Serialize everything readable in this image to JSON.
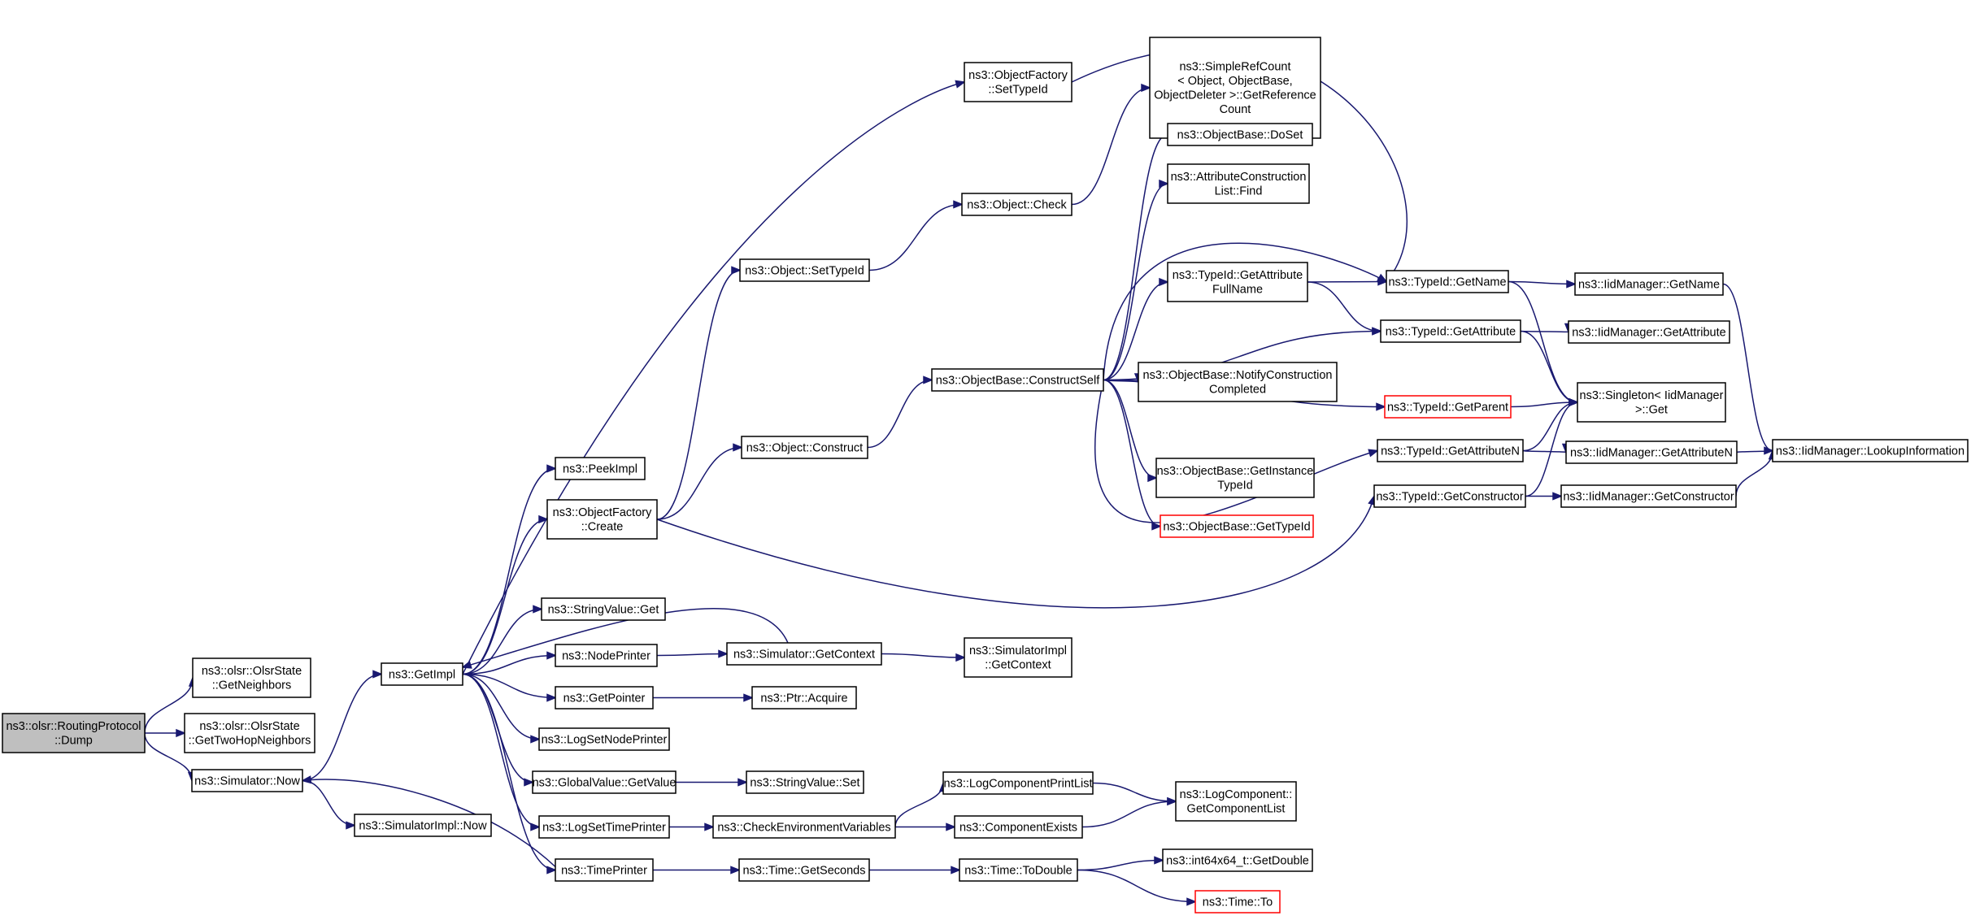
{
  "graph": {
    "edge_color": "#191970",
    "root_fill": "#bfbfbf",
    "highlight_border": "#ff0000",
    "nodes": [
      {
        "id": "dump",
        "lines": [
          "ns3::olsr::RoutingProtocol",
          "::Dump"
        ],
        "style": "root"
      },
      {
        "id": "getneighbors",
        "lines": [
          "ns3::olsr::OlsrState",
          "::GetNeighbors"
        ],
        "style": "normal"
      },
      {
        "id": "gettwohop",
        "lines": [
          "ns3::olsr::OlsrState",
          "::GetTwoHopNeighbors"
        ],
        "style": "normal"
      },
      {
        "id": "simnow",
        "lines": [
          "ns3::Simulator::Now"
        ],
        "style": "normal"
      },
      {
        "id": "simimplnow",
        "lines": [
          "ns3::SimulatorImpl::Now"
        ],
        "style": "normal"
      },
      {
        "id": "getimpl",
        "lines": [
          "ns3::GetImpl"
        ],
        "style": "normal"
      },
      {
        "id": "peekimpl",
        "lines": [
          "ns3::PeekImpl"
        ],
        "style": "normal"
      },
      {
        "id": "ofcreate",
        "lines": [
          "ns3::ObjectFactory",
          "::Create"
        ],
        "style": "normal"
      },
      {
        "id": "strvalget",
        "lines": [
          "ns3::StringValue::Get"
        ],
        "style": "normal"
      },
      {
        "id": "nodeprinter",
        "lines": [
          "ns3::NodePrinter"
        ],
        "style": "normal"
      },
      {
        "id": "getpointer",
        "lines": [
          "ns3::GetPointer"
        ],
        "style": "normal"
      },
      {
        "id": "logsetnodeprinter",
        "lines": [
          "ns3::LogSetNodePrinter"
        ],
        "style": "normal"
      },
      {
        "id": "gvgetvalue",
        "lines": [
          "ns3::GlobalValue::GetValue"
        ],
        "style": "normal"
      },
      {
        "id": "logsettimeprinter",
        "lines": [
          "ns3::LogSetTimePrinter"
        ],
        "style": "normal"
      },
      {
        "id": "timeprinter",
        "lines": [
          "ns3::TimePrinter"
        ],
        "style": "normal"
      },
      {
        "id": "ofsettypeid",
        "lines": [
          "ns3::ObjectFactory",
          "::SetTypeId"
        ],
        "style": "normal"
      },
      {
        "id": "objsettypeid",
        "lines": [
          "ns3::Object::SetTypeId"
        ],
        "style": "normal"
      },
      {
        "id": "objconstruct",
        "lines": [
          "ns3::Object::Construct"
        ],
        "style": "normal"
      },
      {
        "id": "simgetcontext",
        "lines": [
          "ns3::Simulator::GetContext"
        ],
        "style": "normal"
      },
      {
        "id": "ptracquire",
        "lines": [
          "ns3::Ptr::Acquire"
        ],
        "style": "normal"
      },
      {
        "id": "strvalset",
        "lines": [
          "ns3::StringValue::Set"
        ],
        "style": "normal"
      },
      {
        "id": "checkenv",
        "lines": [
          "ns3::CheckEnvironmentVariables"
        ],
        "style": "normal"
      },
      {
        "id": "timegetseconds",
        "lines": [
          "ns3::Time::GetSeconds"
        ],
        "style": "normal"
      },
      {
        "id": "objcheck",
        "lines": [
          "ns3::Object::Check"
        ],
        "style": "normal"
      },
      {
        "id": "obconstructself",
        "lines": [
          "ns3::ObjectBase::ConstructSelf"
        ],
        "style": "normal"
      },
      {
        "id": "simimplgetcontext",
        "lines": [
          "ns3::SimulatorImpl",
          "::GetContext"
        ],
        "style": "normal"
      },
      {
        "id": "logcompprintlist",
        "lines": [
          "ns3::LogComponentPrintList"
        ],
        "style": "normal"
      },
      {
        "id": "compexists",
        "lines": [
          "ns3::ComponentExists"
        ],
        "style": "normal"
      },
      {
        "id": "timetodouble",
        "lines": [
          "ns3::Time::ToDouble"
        ],
        "style": "normal"
      },
      {
        "id": "simplerefcount",
        "lines": [
          "ns3::SimpleRefCount",
          "< Object, ObjectBase,",
          "ObjectDeleter >::GetReference",
          "Count"
        ],
        "style": "normal"
      },
      {
        "id": "obdoset",
        "lines": [
          "ns3::ObjectBase::DoSet"
        ],
        "style": "normal"
      },
      {
        "id": "attrconstlistfind",
        "lines": [
          "ns3::AttributeConstruction",
          "List::Find"
        ],
        "style": "normal"
      },
      {
        "id": "tidgetattrfullname",
        "lines": [
          "ns3::TypeId::GetAttribute",
          "FullName"
        ],
        "style": "normal"
      },
      {
        "id": "obnotifyconstruction",
        "lines": [
          "ns3::ObjectBase::NotifyConstruction",
          "Completed"
        ],
        "style": "normal"
      },
      {
        "id": "obgetinstancetypeid",
        "lines": [
          "ns3::ObjectBase::GetInstance",
          "TypeId"
        ],
        "style": "normal"
      },
      {
        "id": "obgettypeid",
        "lines": [
          "ns3::ObjectBase::GetTypeId"
        ],
        "style": "red"
      },
      {
        "id": "logcompgetcomplist",
        "lines": [
          "ns3::LogComponent::",
          "GetComponentList"
        ],
        "style": "normal"
      },
      {
        "id": "int64getdouble",
        "lines": [
          "ns3::int64x64_t::GetDouble"
        ],
        "style": "normal"
      },
      {
        "id": "timeto",
        "lines": [
          "ns3::Time::To"
        ],
        "style": "red"
      },
      {
        "id": "tidgetname",
        "lines": [
          "ns3::TypeId::GetName"
        ],
        "style": "normal"
      },
      {
        "id": "tidgetattribute",
        "lines": [
          "ns3::TypeId::GetAttribute"
        ],
        "style": "normal"
      },
      {
        "id": "tidgetparent",
        "lines": [
          "ns3::TypeId::GetParent"
        ],
        "style": "red"
      },
      {
        "id": "tidgetattributen",
        "lines": [
          "ns3::TypeId::GetAttributeN"
        ],
        "style": "normal"
      },
      {
        "id": "tidgetconstructor",
        "lines": [
          "ns3::TypeId::GetConstructor"
        ],
        "style": "normal"
      },
      {
        "id": "iidgetname",
        "lines": [
          "ns3::IidManager::GetName"
        ],
        "style": "normal"
      },
      {
        "id": "iidgetattribute",
        "lines": [
          "ns3::IidManager::GetAttribute"
        ],
        "style": "normal"
      },
      {
        "id": "singletonget",
        "lines": [
          "ns3::Singleton< IidManager",
          " >::Get"
        ],
        "style": "normal"
      },
      {
        "id": "iidgetattributen",
        "lines": [
          "ns3::IidManager::GetAttributeN"
        ],
        "style": "normal"
      },
      {
        "id": "iidgetconstructor",
        "lines": [
          "ns3::IidManager::GetConstructor"
        ],
        "style": "normal"
      },
      {
        "id": "iidlookup",
        "lines": [
          "ns3::IidManager::LookupInformation"
        ],
        "style": "normal"
      }
    ],
    "edges": [
      {
        "from": "dump",
        "to": "getneighbors"
      },
      {
        "from": "dump",
        "to": "gettwohop"
      },
      {
        "from": "dump",
        "to": "simnow"
      },
      {
        "from": "simnow",
        "to": "getimpl"
      },
      {
        "from": "simnow",
        "to": "simimplnow"
      },
      {
        "from": "getimpl",
        "to": "ofsettypeid"
      },
      {
        "from": "getimpl",
        "to": "peekimpl"
      },
      {
        "from": "getimpl",
        "to": "ofcreate"
      },
      {
        "from": "getimpl",
        "to": "strvalget"
      },
      {
        "from": "getimpl",
        "to": "nodeprinter"
      },
      {
        "from": "getimpl",
        "to": "getpointer"
      },
      {
        "from": "getimpl",
        "to": "logsetnodeprinter"
      },
      {
        "from": "getimpl",
        "to": "gvgetvalue"
      },
      {
        "from": "getimpl",
        "to": "logsettimeprinter"
      },
      {
        "from": "getimpl",
        "to": "timeprinter"
      },
      {
        "from": "ofsettypeid",
        "to": "tidgetname"
      },
      {
        "from": "ofcreate",
        "to": "objsettypeid"
      },
      {
        "from": "ofcreate",
        "to": "objconstruct"
      },
      {
        "from": "ofcreate",
        "to": "tidgetconstructor"
      },
      {
        "from": "objsettypeid",
        "to": "objcheck"
      },
      {
        "from": "objcheck",
        "to": "simplerefcount"
      },
      {
        "from": "objconstruct",
        "to": "obconstructself"
      },
      {
        "from": "obconstructself",
        "to": "obdoset"
      },
      {
        "from": "obconstructself",
        "to": "attrconstlistfind"
      },
      {
        "from": "obconstructself",
        "to": "tidgetname"
      },
      {
        "from": "obconstructself",
        "to": "tidgetattrfullname"
      },
      {
        "from": "obconstructself",
        "to": "tidgetattribute"
      },
      {
        "from": "obconstructself",
        "to": "obnotifyconstruction"
      },
      {
        "from": "obconstructself",
        "to": "tidgetparent"
      },
      {
        "from": "obconstructself",
        "to": "obgetinstancetypeid"
      },
      {
        "from": "obconstructself",
        "to": "obgettypeid"
      },
      {
        "from": "obconstructself",
        "to": "tidgetattributen"
      },
      {
        "from": "tidgetattrfullname",
        "to": "tidgetname"
      },
      {
        "from": "tidgetattrfullname",
        "to": "tidgetattribute"
      },
      {
        "from": "tidgetname",
        "to": "iidgetname"
      },
      {
        "from": "tidgetname",
        "to": "singletonget"
      },
      {
        "from": "tidgetattribute",
        "to": "iidgetattribute"
      },
      {
        "from": "tidgetattribute",
        "to": "singletonget"
      },
      {
        "from": "tidgetparent",
        "to": "singletonget"
      },
      {
        "from": "tidgetattributen",
        "to": "singletonget"
      },
      {
        "from": "tidgetattributen",
        "to": "iidgetattributen"
      },
      {
        "from": "tidgetconstructor",
        "to": "singletonget"
      },
      {
        "from": "tidgetconstructor",
        "to": "iidgetconstructor"
      },
      {
        "from": "iidgetname",
        "to": "iidlookup"
      },
      {
        "from": "iidgetattributen",
        "to": "iidlookup"
      },
      {
        "from": "iidgetconstructor",
        "to": "iidlookup"
      },
      {
        "from": "nodeprinter",
        "to": "simgetcontext"
      },
      {
        "from": "simgetcontext",
        "to": "getimpl"
      },
      {
        "from": "simgetcontext",
        "to": "simimplgetcontext"
      },
      {
        "from": "getpointer",
        "to": "ptracquire"
      },
      {
        "from": "gvgetvalue",
        "to": "strvalset"
      },
      {
        "from": "logsettimeprinter",
        "to": "checkenv"
      },
      {
        "from": "checkenv",
        "to": "logcompprintlist"
      },
      {
        "from": "checkenv",
        "to": "compexists"
      },
      {
        "from": "logcompprintlist",
        "to": "logcompgetcomplist"
      },
      {
        "from": "compexists",
        "to": "logcompgetcomplist"
      },
      {
        "from": "timeprinter",
        "to": "simnow"
      },
      {
        "from": "timeprinter",
        "to": "timegetseconds"
      },
      {
        "from": "timegetseconds",
        "to": "timetodouble"
      },
      {
        "from": "timetodouble",
        "to": "int64getdouble"
      },
      {
        "from": "timetodouble",
        "to": "timeto"
      }
    ]
  }
}
